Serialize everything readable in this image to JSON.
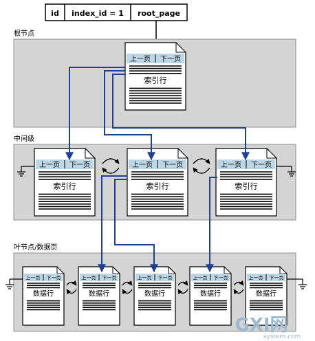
{
  "header_table": {
    "cells": [
      "id",
      "index_id = 1",
      "root_page"
    ]
  },
  "levels": {
    "root": "根节点",
    "intermediate": "中间级",
    "leaf": "叶节点/数据页"
  },
  "page": {
    "prev": "上一页",
    "next": "下一页",
    "index_rows": "索引行",
    "data_rows": "数据行"
  },
  "watermark": {
    "brand": "GXI网",
    "domain": "system.com"
  },
  "colors": {
    "band": "#d4d4d4",
    "band_border": "#8f8f8f",
    "page_header": "#bcd6e6",
    "arrow": "#1f3f8f",
    "watermark": "#9db8cf"
  }
}
